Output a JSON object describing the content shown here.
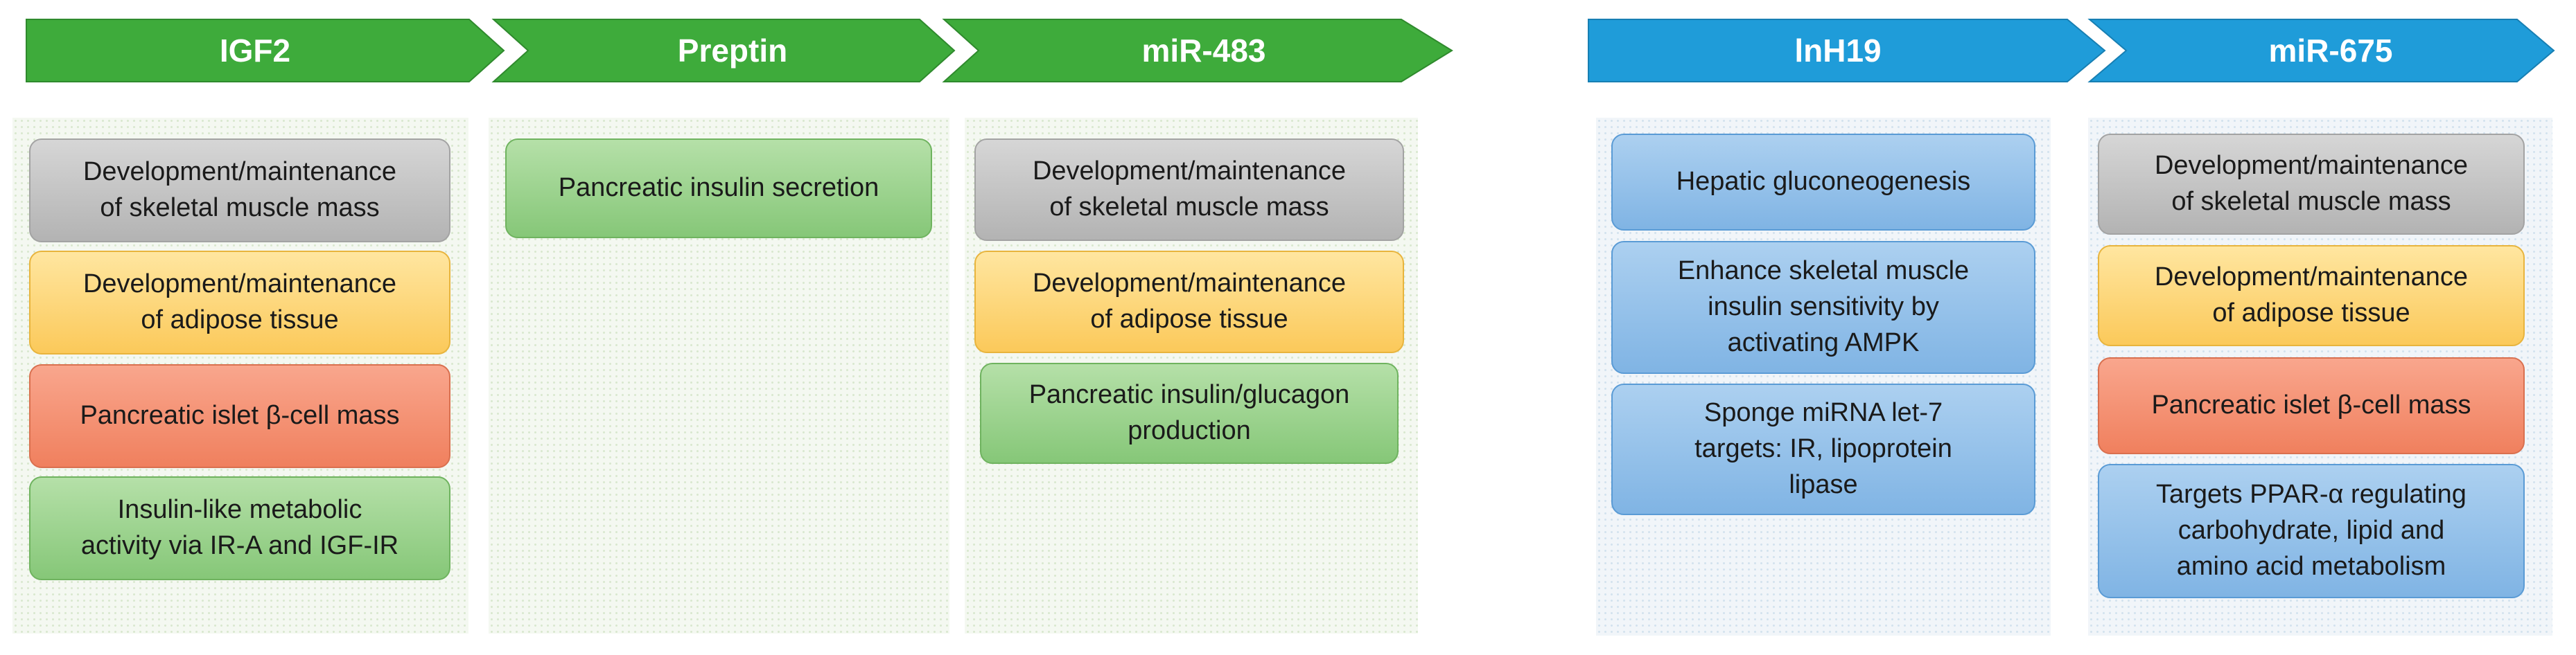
{
  "colors": {
    "green_arrow": "#3eab3b",
    "blue_arrow": "#1f9cd9"
  },
  "arrows": [
    {
      "label": "IGF2"
    },
    {
      "label": "Preptin"
    },
    {
      "label": "miR-483"
    },
    {
      "label": "lnH19"
    },
    {
      "label": "miR-675"
    }
  ],
  "columns": [
    {
      "boxes": [
        {
          "line1": "Development/maintenance",
          "line2": "of skeletal muscle mass"
        },
        {
          "line1": "Development/maintenance",
          "line2": "of adipose tissue"
        },
        {
          "line1": "Pancreatic islet β-cell mass"
        },
        {
          "line1": "Insulin-like metabolic",
          "line2": "activity via IR-A and IGF-IR"
        }
      ]
    },
    {
      "boxes": [
        {
          "line1": "Pancreatic insulin secretion"
        }
      ]
    },
    {
      "boxes": [
        {
          "line1": "Development/maintenance",
          "line2": "of skeletal muscle mass"
        },
        {
          "line1": "Development/maintenance",
          "line2": "of adipose tissue"
        },
        {
          "line1": "Pancreatic insulin/glucagon",
          "line2": "production"
        }
      ]
    },
    {
      "boxes": [
        {
          "line1": "Hepatic gluconeogenesis"
        },
        {
          "line1": "Enhance skeletal muscle",
          "line2": "insulin sensitivity by",
          "line3": "activating AMPK"
        },
        {
          "line1": "Sponge miRNA let-7",
          "line2": "targets: IR, lipoprotein",
          "line3": "lipase"
        }
      ]
    },
    {
      "boxes": [
        {
          "line1": "Development/maintenance",
          "line2": "of skeletal muscle mass"
        },
        {
          "line1": "Development/maintenance",
          "line2": "of adipose tissue"
        },
        {
          "line1": "Pancreatic islet β-cell mass"
        },
        {
          "line1": "Targets PPAR-α regulating",
          "line2": "carbohydrate, lipid and",
          "line3": "amino acid metabolism"
        }
      ]
    }
  ]
}
